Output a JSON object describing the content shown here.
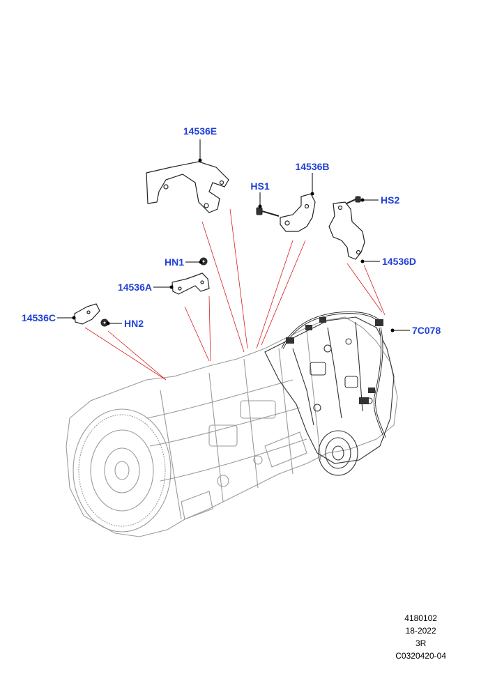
{
  "callouts": {
    "c14536E": "14536E",
    "c14536B": "14536B",
    "cHS1": "HS1",
    "cHS2": "HS2",
    "cHN1": "HN1",
    "c14536A": "14536A",
    "c14536C": "14536C",
    "cHN2": "HN2",
    "c14536D": "14536D",
    "c7C078": "7C078"
  },
  "info": {
    "line1": "4180102",
    "line2": "18-2022",
    "line3": "3R",
    "line4": "C0320420-04"
  },
  "colors": {
    "callout": "#1f3fd6",
    "leader": "#d62020",
    "outline": "#222222",
    "ghost": "#9a9a9a"
  }
}
